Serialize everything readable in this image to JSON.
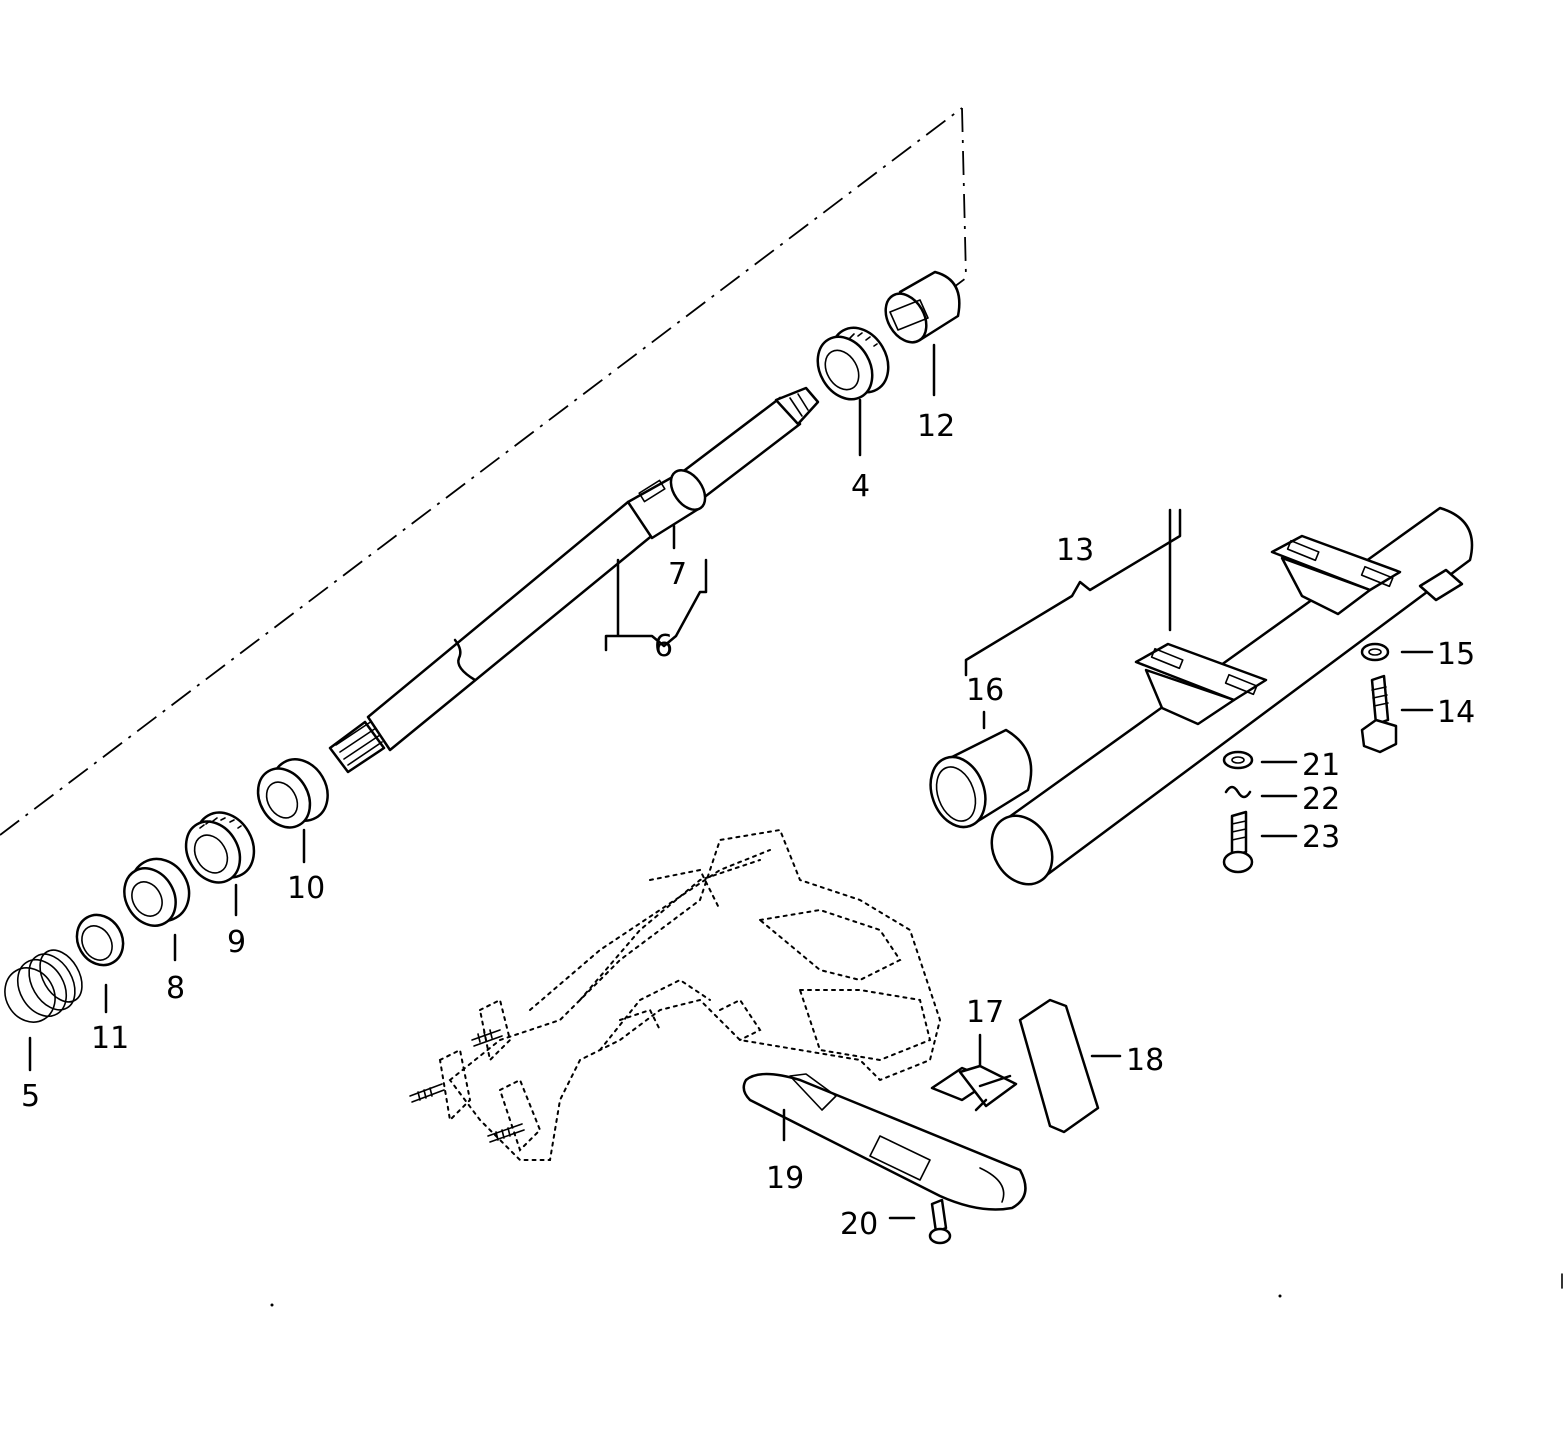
{
  "callouts": {
    "c4": "4",
    "c5": "5",
    "c6": "6",
    "c7": "7",
    "c8": "8",
    "c9": "9",
    "c10": "10",
    "c11": "11",
    "c12": "12",
    "c13": "13",
    "c14": "14",
    "c15": "15",
    "c16": "16",
    "c17": "17",
    "c18": "18",
    "c19": "19",
    "c20": "20",
    "c21": "21",
    "c22": "22",
    "c23": "23"
  }
}
